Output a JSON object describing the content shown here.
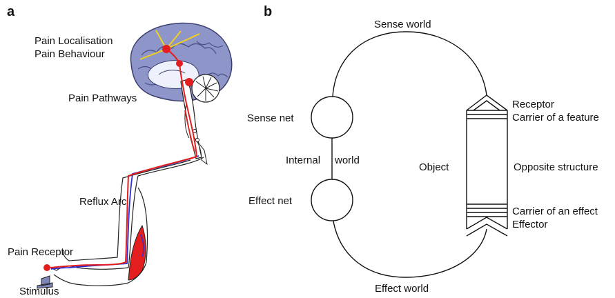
{
  "panel_a": {
    "letter": "a",
    "labels": {
      "pain_localisation": "Pain Localisation",
      "pain_behaviour": "Pain Behaviour",
      "pain_pathways": "Pain Pathways",
      "reflux_arc": "Reflux Arc",
      "pain_receptor": "Pain Receptor",
      "stimulus": "Stimulus"
    },
    "colors": {
      "brain": "#8e95c8",
      "pathway_red": "#e41e1e",
      "pathway_blue": "#2f2fd0",
      "localisation_lines": "#f2d21a"
    }
  },
  "panel_b": {
    "letter": "b",
    "labels": {
      "sense_world": "Sense world",
      "effect_world": "Effect world",
      "sense_net": "Sense net",
      "effect_net": "Effect net",
      "internal_world": "Internal",
      "internal_world_2": "world",
      "object": "Object",
      "receptor": "Receptor",
      "carrier_feature": "Carrier of a feature",
      "opposite_structure": "Opposite structure",
      "carrier_effect": "Carrier of an effect",
      "effector": "Effector"
    }
  }
}
